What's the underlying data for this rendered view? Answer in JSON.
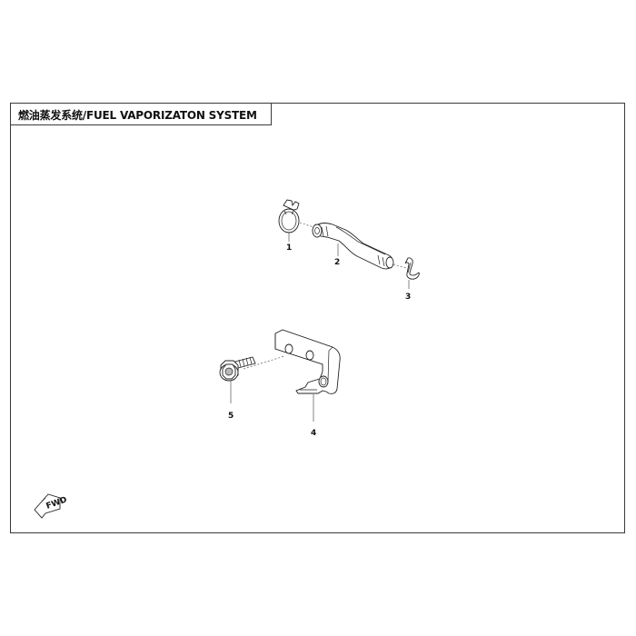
{
  "title": "燃油蒸发系统/FUEL VAPORIZATON SYSTEM",
  "callouts": {
    "c1": "1",
    "c2": "2",
    "c3": "3",
    "c4": "4",
    "c5": "5"
  },
  "fwd_label": "FWD"
}
